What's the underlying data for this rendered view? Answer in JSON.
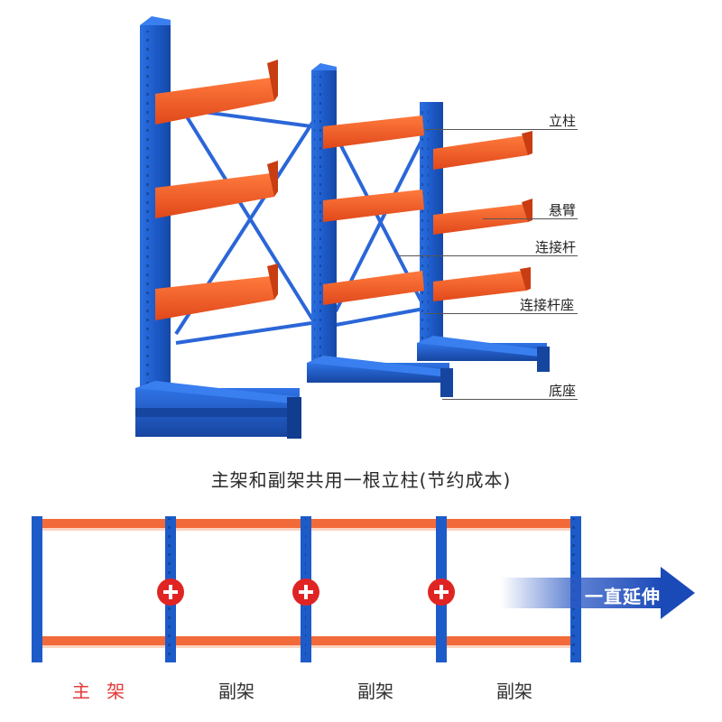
{
  "labels": {
    "column": "立柱",
    "arm": "悬臂",
    "brace": "连接杆",
    "brace_seat": "连接杆座",
    "base": "底座"
  },
  "headline": "主架和副架共用一根立柱(节约成本)",
  "sections": {
    "main": "主 架",
    "sub1": "副架",
    "sub2": "副架",
    "sub3": "副架"
  },
  "arrow_label": "一直延伸",
  "colors": {
    "column_blue": "#1d5bc9",
    "arm_orange": "#f05a22",
    "plus_red": "#e02424",
    "label_red": "#e23b3b"
  },
  "icons": [
    "plus-icon",
    "right-arrow-icon"
  ]
}
